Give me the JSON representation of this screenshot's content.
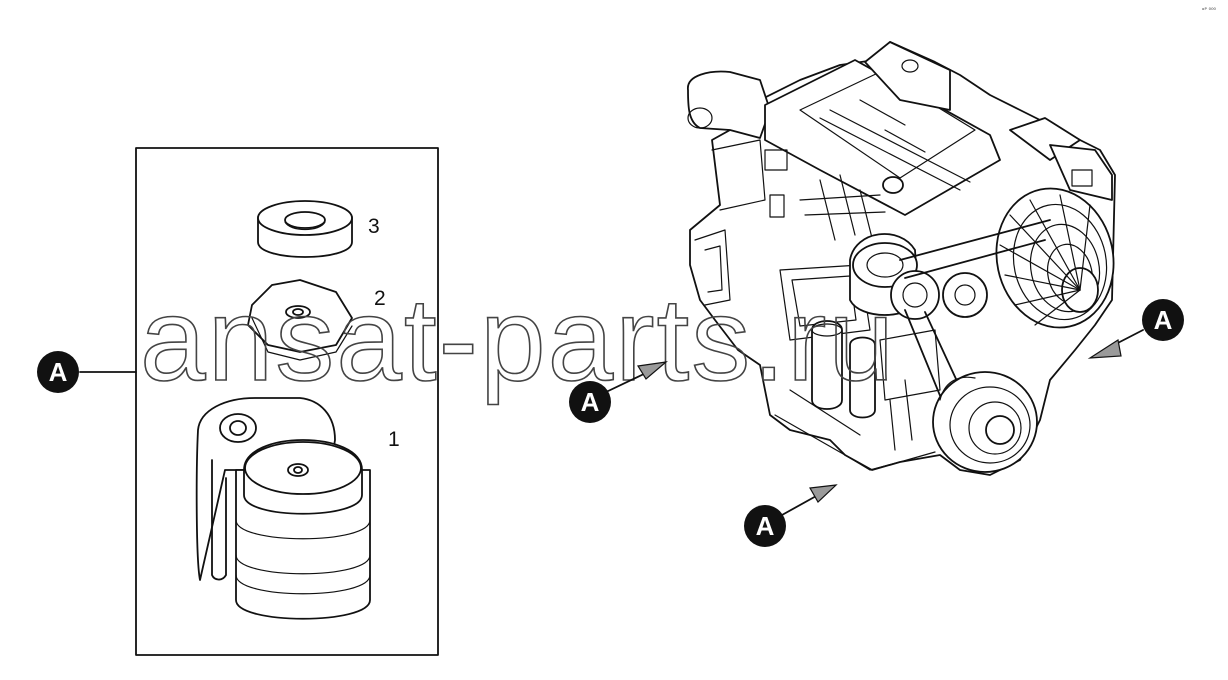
{
  "corner_code": "ᵒᴾ ⁰⁰⁰",
  "watermark": "ansat-parts.ru",
  "inset": {
    "parts": [
      {
        "number": "3"
      },
      {
        "number": "2"
      },
      {
        "number": "1"
      }
    ]
  },
  "callouts": [
    {
      "letter": "A"
    },
    {
      "letter": "A"
    },
    {
      "letter": "A"
    },
    {
      "letter": "A"
    }
  ],
  "colors": {
    "line": "#111111",
    "callout_fill": "#111111",
    "arrow_fill": "#9a9a9a",
    "background": "#ffffff"
  }
}
